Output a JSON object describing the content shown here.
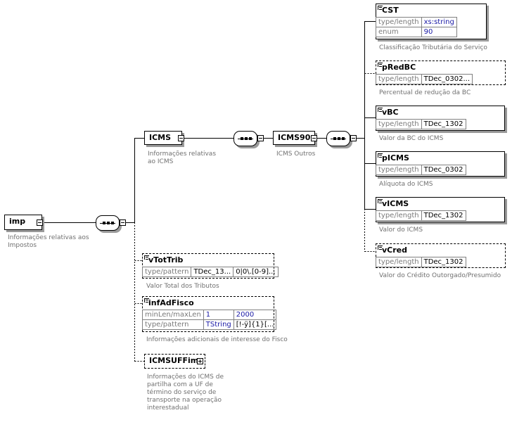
{
  "root": {
    "name": "imp",
    "desc": "Informações relativas aos Impostos"
  },
  "icms": {
    "name": "ICMS",
    "desc": "Informações relativas ao ICMS"
  },
  "icms90": {
    "name": "ICMS90",
    "desc": "ICMS Outros"
  },
  "fields": {
    "cst": {
      "name": "CST",
      "desc": "Classificação Tributária do Serviço",
      "rows": [
        {
          "k": "type/length",
          "v": "xs:string"
        },
        {
          "k": "enum",
          "v": "90"
        }
      ]
    },
    "predbc": {
      "name": "pRedBC",
      "desc": "Percentual de redução da BC",
      "rows": [
        {
          "k": "type/length",
          "v": "TDec_0302..."
        }
      ]
    },
    "vbc": {
      "name": "vBC",
      "desc": "Valor da BC do ICMS",
      "rows": [
        {
          "k": "type/length",
          "v": "TDec_1302"
        }
      ]
    },
    "picms": {
      "name": "pICMS",
      "desc": "Alíquota do ICMS",
      "rows": [
        {
          "k": "type/length",
          "v": "TDec_0302"
        }
      ]
    },
    "vicms": {
      "name": "vICMS",
      "desc": "Valor do ICMS",
      "rows": [
        {
          "k": "type/length",
          "v": "TDec_1302"
        }
      ]
    },
    "vcred": {
      "name": "vCred",
      "desc": "Valor do Crédito Outorgado/Presumido",
      "rows": [
        {
          "k": "type/length",
          "v": "TDec_1302"
        }
      ]
    }
  },
  "vtottrib": {
    "name": "vTotTrib",
    "desc": "Valor Total dos Tributos",
    "row": {
      "k": "type/pattern",
      "v1": "TDec_13...",
      "v2": "0|0\\.[0-9]..."
    }
  },
  "infadfisco": {
    "name": "infAdFisco",
    "desc": "Informações adicionais de interesse do Fisco",
    "row1": {
      "k": "minLen/maxLen",
      "v1": "1",
      "v2": "2000"
    },
    "row2": {
      "k": "type/pattern",
      "v1": "TString",
      "v2": "[!-ÿ]{1}[..."
    }
  },
  "icmsuffim": {
    "name": "ICMSUFFim",
    "desc": [
      "Informações do ICMS de",
      "partilha com a UF de",
      "término do serviço de",
      "transporte na operação",
      "interestadual"
    ]
  },
  "colors": {
    "line": "#000000",
    "shadow": "#9a9a9a",
    "key": "#7a7a7a",
    "value": "#1a1aa6",
    "desc": "#707070"
  }
}
